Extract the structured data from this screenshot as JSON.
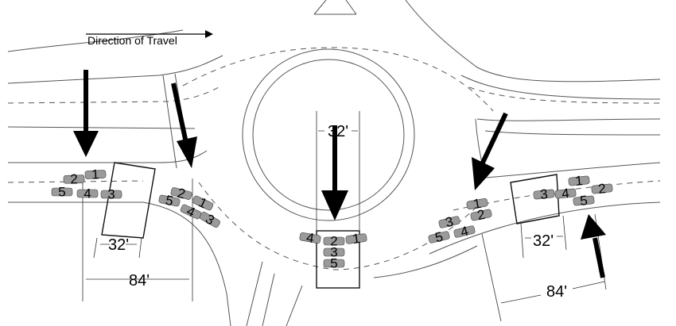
{
  "title": "Direction of Travel",
  "dimensions": {
    "left_zone": "32'",
    "left_span": "84'",
    "center_zone": "32'",
    "right_zone": "32'",
    "right_span": "84'"
  },
  "car_groups": {
    "west_approach": [
      "1",
      "2",
      "5",
      "4",
      "3"
    ],
    "west_exit": [
      "2",
      "1",
      "5",
      "4",
      "3"
    ],
    "south_circulating": [
      "4",
      "2",
      "1",
      "3",
      "5"
    ],
    "east_entry": [
      "1",
      "2",
      "3",
      "4",
      "5"
    ],
    "east_approach": [
      "3",
      "4",
      "1",
      "2",
      "5"
    ]
  },
  "colors": {
    "line": "#555555",
    "car": "#9a9a9a",
    "arrow": "#000000"
  }
}
